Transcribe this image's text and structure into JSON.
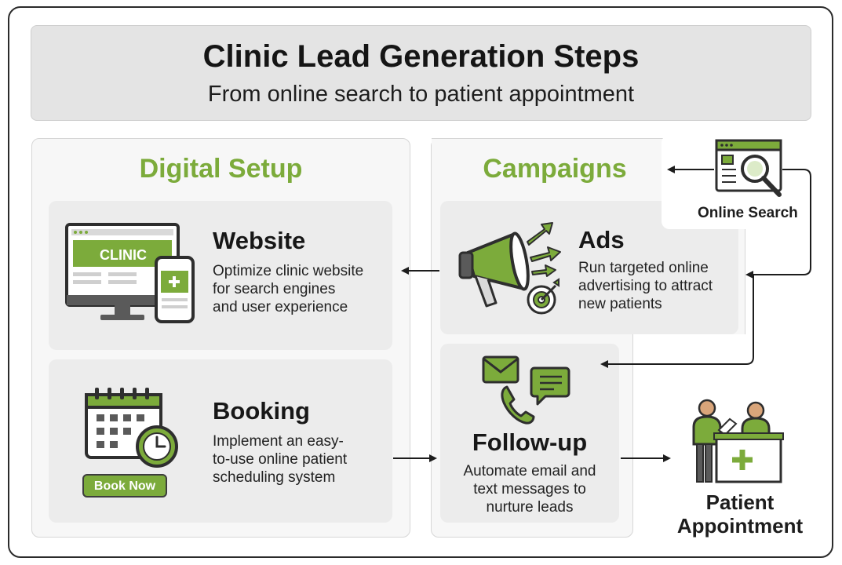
{
  "header": {
    "title": "Clinic Lead Generation Steps",
    "subtitle": "From online search to patient appointment"
  },
  "panels": {
    "digital_setup": "Digital Setup",
    "campaigns": "Campaigns"
  },
  "cards": {
    "website": {
      "title": "Website",
      "screen_label": "CLINIC",
      "desc": [
        "Optimize clinic website",
        "for search engines",
        "and user experience"
      ]
    },
    "booking": {
      "title": "Booking",
      "button": "Book Now",
      "desc": [
        "Implement an easy-",
        "to-use online patient",
        "scheduling system"
      ]
    },
    "ads": {
      "title": "Ads",
      "desc": [
        "Run targeted online",
        "advertising to attract",
        "new patients"
      ]
    },
    "follow_up": {
      "title": "Follow-up",
      "desc": [
        "Automate email and",
        "text messages to",
        "nurture leads"
      ]
    }
  },
  "nodes": {
    "online_search": "Online Search",
    "patient_appointment": [
      "Patient",
      "Appointment"
    ]
  },
  "colors": {
    "accent_green": "#7cab3b",
    "outline": "#2e2e2e",
    "panel_bg": "#f7f7f7",
    "card_bg": "#ececec",
    "header_bg": "#e4e4e4"
  },
  "icons": [
    "monitor-icon",
    "phone-icon",
    "calendar-icon",
    "clock-icon",
    "megaphone-icon",
    "target-icon",
    "email-icon",
    "chat-icon",
    "browser-search-icon",
    "receptionist-icon"
  ]
}
